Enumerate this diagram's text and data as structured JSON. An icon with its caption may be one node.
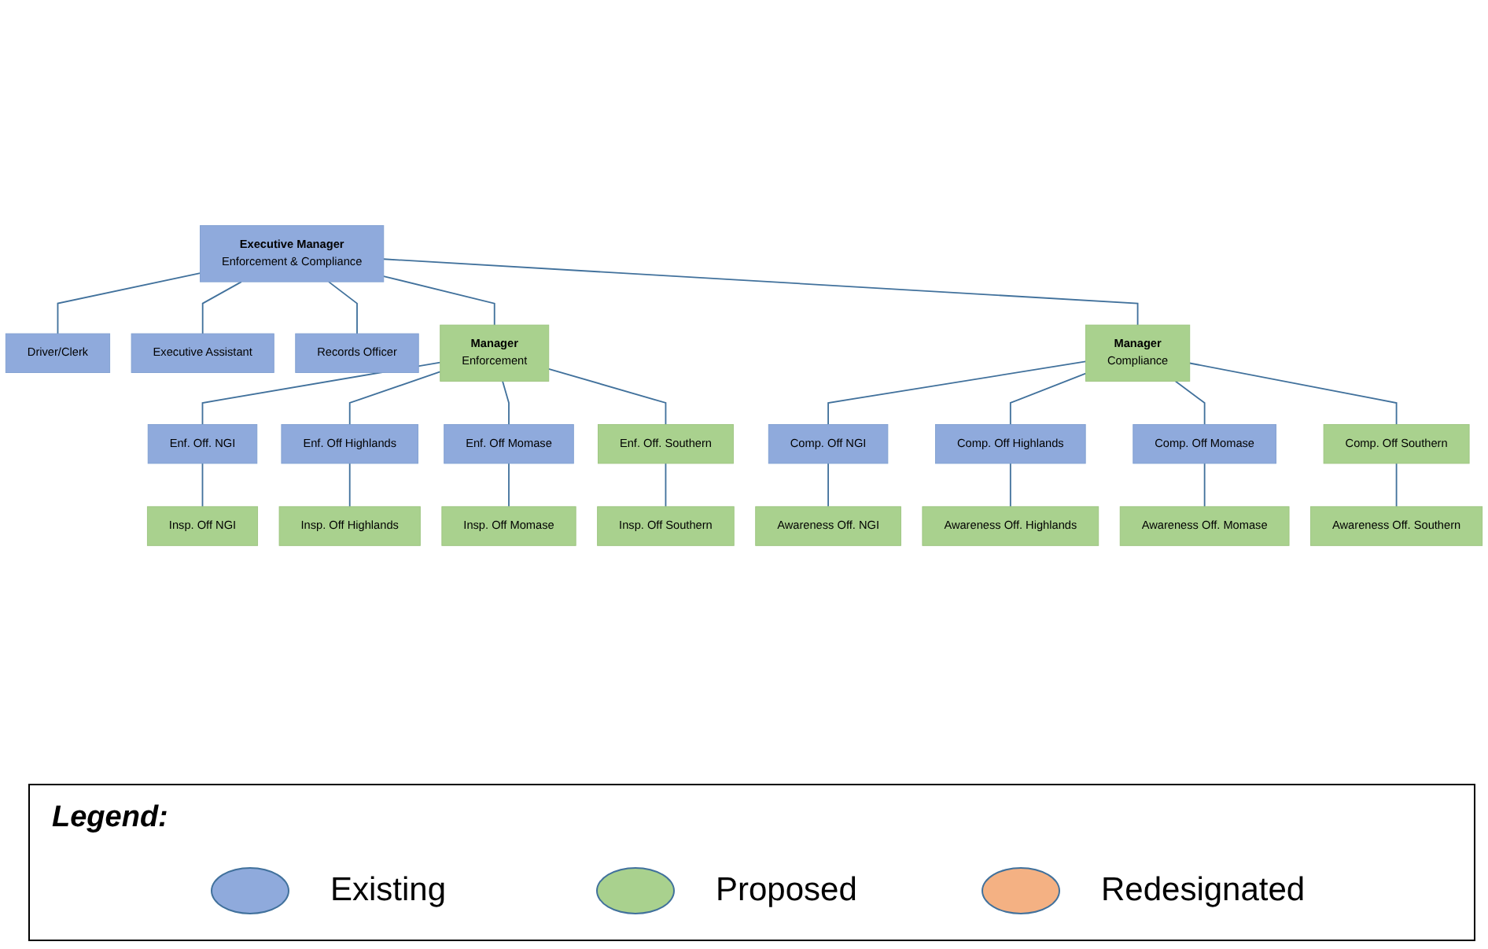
{
  "diagram": {
    "nodes": [
      {
        "text": [
          "Executive Manager",
          "Enforcement & Compliance"
        ]
      },
      {
        "text": [
          "Driver/Clerk"
        ]
      },
      {
        "text": [
          "Executive Assistant"
        ]
      },
      {
        "text": [
          "Records Officer"
        ]
      },
      {
        "text": [
          "Manager",
          "Enforcement"
        ]
      },
      {
        "text": [
          "Manager",
          "Compliance"
        ]
      },
      {
        "text": [
          "Enf. Off. NGI"
        ]
      },
      {
        "text": [
          "Enf. Off Highlands"
        ]
      },
      {
        "text": [
          "Enf. Off Momase"
        ]
      },
      {
        "text": [
          "Enf. Off. Southern"
        ]
      },
      {
        "text": [
          "Comp. Off NGI"
        ]
      },
      {
        "text": [
          "Comp. Off Highlands"
        ]
      },
      {
        "text": [
          "Comp. Off Momase"
        ]
      },
      {
        "text": [
          "Comp. Off Southern"
        ]
      },
      {
        "text": [
          "Insp. Off NGI"
        ]
      },
      {
        "text": [
          "Insp. Off Highlands"
        ]
      },
      {
        "text": [
          "Insp. Off Momase"
        ]
      },
      {
        "text": [
          "Insp. Off Southern"
        ]
      },
      {
        "text": [
          "Awareness Off. NGI"
        ]
      },
      {
        "text": [
          "Awareness Off. Highlands"
        ]
      },
      {
        "text": [
          "Awareness Off. Momase"
        ]
      },
      {
        "text": [
          "Awareness Off. Southern"
        ]
      }
    ],
    "edges": [
      {
        "from": 0,
        "to": 1,
        "arrow": "none"
      },
      {
        "from": 0,
        "to": 2,
        "arrow": "none"
      },
      {
        "from": 0,
        "to": 3,
        "arrow": "none"
      },
      {
        "from": 0,
        "to": 4,
        "arrow": "none"
      },
      {
        "from": 0,
        "to": 5,
        "arrow": "none"
      },
      {
        "from": 4,
        "to": 6,
        "arrow": "none"
      },
      {
        "from": 4,
        "to": 7,
        "arrow": "none"
      },
      {
        "from": 4,
        "to": 8,
        "arrow": "none"
      },
      {
        "from": 4,
        "to": 9,
        "arrow": "none"
      },
      {
        "from": 5,
        "to": 10,
        "arrow": "none"
      },
      {
        "from": 5,
        "to": 11,
        "arrow": "none"
      },
      {
        "from": 5,
        "to": 12,
        "arrow": "none"
      },
      {
        "from": 5,
        "to": 13,
        "arrow": "none"
      },
      {
        "from": 6,
        "to": 14,
        "arrow": "none"
      },
      {
        "from": 7,
        "to": 15,
        "arrow": "none"
      },
      {
        "from": 8,
        "to": 16,
        "arrow": "none"
      },
      {
        "from": 9,
        "to": 17,
        "arrow": "none"
      },
      {
        "from": 10,
        "to": 18,
        "arrow": "none"
      },
      {
        "from": 11,
        "to": 19,
        "arrow": "none"
      },
      {
        "from": 12,
        "to": 20,
        "arrow": "none"
      },
      {
        "from": 13,
        "to": 21,
        "arrow": "none"
      }
    ],
    "labels": [
      "Legend:"
    ],
    "legend": [
      {
        "text": "Existing",
        "color": "#8faadc"
      },
      {
        "text": "Proposed",
        "color": "#a9d18e"
      },
      {
        "text": "Redesignated",
        "color": "#f4b183"
      }
    ]
  }
}
